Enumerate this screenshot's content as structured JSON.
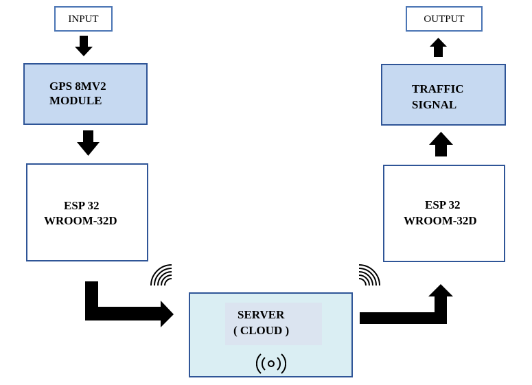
{
  "diagram": {
    "input_label": "INPUT",
    "gps_line1": "GPS 8MV2",
    "gps_line2": "MODULE",
    "esp_left_line1": "ESP 32",
    "esp_left_line2": "WROOM-32D",
    "server_line1": "SERVER",
    "server_line2": "( CLOUD )",
    "esp_right_line1": "ESP 32",
    "esp_right_line2": "WROOM-32D",
    "traffic_line1": "TRAFFIC",
    "traffic_line2": "SIGNAL",
    "output_label": "OUTPUT"
  },
  "icons": {
    "wifi_left": "wifi-signal-icon",
    "wifi_right": "wifi-signal-icon",
    "broadcast": "broadcast-icon"
  },
  "colors": {
    "border": "#2f5597",
    "module_fill": "#c6d9f1",
    "server_fill": "#daeef3",
    "server_inner": "#dbe4f0",
    "arrow": "#000000"
  }
}
